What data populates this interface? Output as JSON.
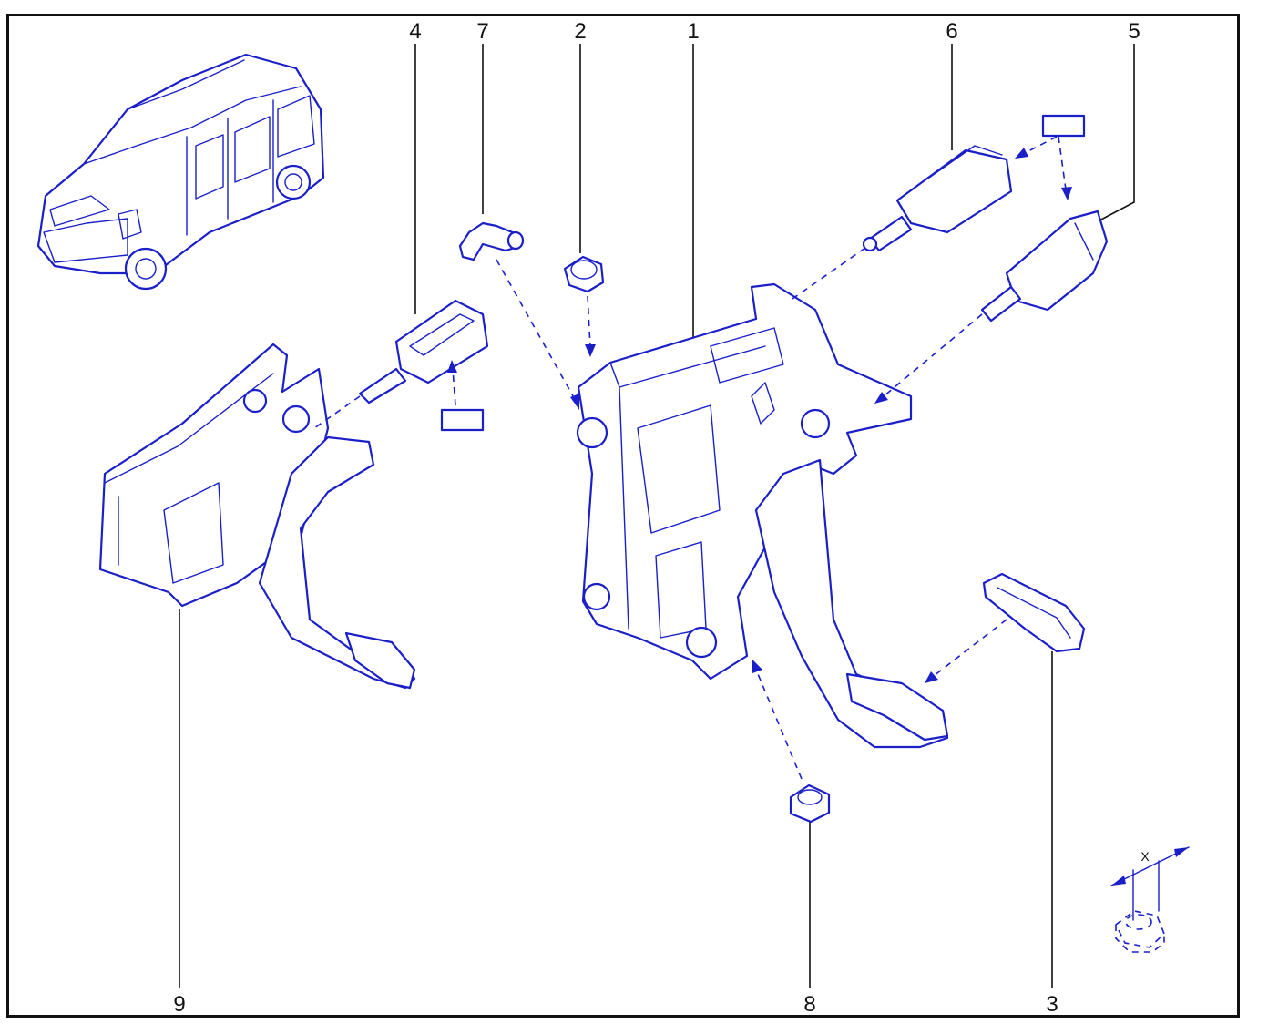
{
  "diagram": {
    "labels": [
      {
        "id": "label-1",
        "text": "1"
      },
      {
        "id": "label-2",
        "text": "2"
      },
      {
        "id": "label-3",
        "text": "3"
      },
      {
        "id": "label-4",
        "text": "4"
      },
      {
        "id": "label-5",
        "text": "5"
      },
      {
        "id": "label-6",
        "text": "6"
      },
      {
        "id": "label-7",
        "text": "7"
      },
      {
        "id": "label-8",
        "text": "8"
      },
      {
        "id": "label-9",
        "text": "9"
      }
    ],
    "dimension_label": "X",
    "colors": {
      "line": "#1a1fc8",
      "ink": "#111111",
      "background": "#ffffff"
    }
  }
}
